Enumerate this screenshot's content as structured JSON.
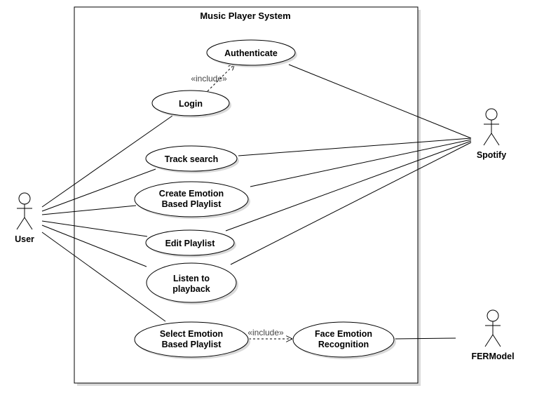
{
  "system": {
    "title": "Music Player System"
  },
  "actors": {
    "user": "User",
    "spotify": "Spotify",
    "fermodel": "FERModel"
  },
  "use_cases": {
    "authenticate": [
      "Authenticate"
    ],
    "login": [
      "Login"
    ],
    "track_search": [
      "Track search"
    ],
    "create_playlist": [
      "Create Emotion",
      "Based Playlist"
    ],
    "edit_playlist": [
      "Edit Playlist"
    ],
    "listen": [
      "Listen to",
      "playback"
    ],
    "select_playlist": [
      "Select Emotion",
      "Based Playlist"
    ],
    "face_recognition": [
      "Face Emotion",
      "Recognition"
    ]
  },
  "relationships": {
    "include_login": "«include»",
    "include_select": "«include»"
  },
  "colors": {
    "line": "#000000",
    "shadow": "#d9d9d9",
    "fill": "#ffffff",
    "stereotype": "#444444"
  }
}
